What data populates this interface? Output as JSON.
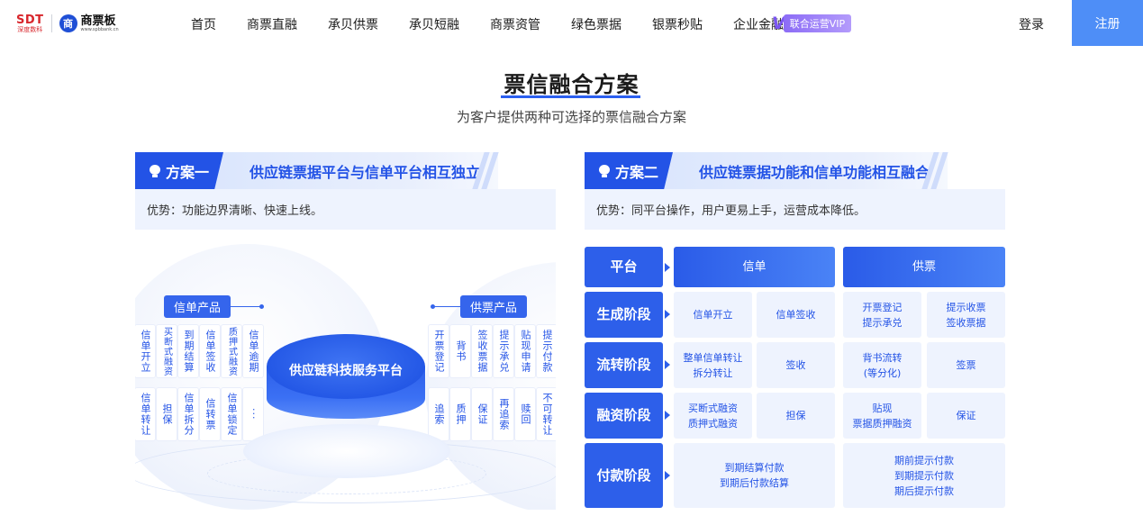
{
  "brand": {
    "sdt": "SDT",
    "sdt_sub": "深度数科",
    "logo_char": "商",
    "name": "商票板",
    "url": "www.spbbank.cn"
  },
  "nav": {
    "items": [
      "首页",
      "商票直融",
      "承贝供票",
      "承贝短融",
      "商票资管",
      "绿色票据",
      "银票秒贴",
      "企业金融"
    ],
    "vip_mark": "V",
    "vip_label": "联合运营VIP",
    "login": "登录",
    "register": "注册"
  },
  "page": {
    "title": "票信融合方案",
    "subtitle": "为客户提供两种可选择的票信融合方案"
  },
  "plan1": {
    "tag": "方案一",
    "title": "供应链票据平台与信单平台相互独立",
    "advantage": "优势：功能边界清晰、快速上线。",
    "illustration": {
      "left_label": "信单产品",
      "right_label": "供票产品",
      "center_label": "供应链科技服务平台",
      "left_row1": [
        "信单开立",
        "买断式融资",
        "到期结算",
        "信单签收",
        "质押式融资",
        "信单逾期"
      ],
      "left_row2": [
        "信单转让",
        "担保",
        "信单拆分",
        "信转票",
        "信单锁定",
        "···"
      ],
      "right_row1": [
        "开票登记",
        "背书",
        "签收票据",
        "提示承兑",
        "贴现申请",
        "提示付款"
      ],
      "right_row2": [
        "追索",
        "质押",
        "保证",
        "再追索",
        "赎回",
        "不可转让"
      ]
    }
  },
  "plan2": {
    "tag": "方案二",
    "title": "供应链票据功能和信单功能相互融合",
    "advantage": "优势：同平台操作，用户更易上手，运营成本降低。",
    "table": {
      "corner": "平台",
      "col_headers": [
        "信单",
        "供票"
      ],
      "rows": [
        {
          "stage": "生成阶段",
          "cells": [
            "信单开立",
            "信单签收",
            "开票登记\n提示承兑",
            "提示收票\n签收票据"
          ]
        },
        {
          "stage": "流转阶段",
          "cells": [
            "整单信单转让\n拆分转让",
            "签收",
            "背书流转\n(等分化)",
            "签票"
          ]
        },
        {
          "stage": "融资阶段",
          "cells": [
            "买断式融资\n质押式融资",
            "担保",
            "贴现\n票据质押融资",
            "保证"
          ]
        },
        {
          "stage": "付款阶段",
          "cells": [
            "到期结算付款\n到期后付款结算",
            "期前提示付款\n到期提示付款\n期后提示付款"
          ]
        }
      ]
    }
  },
  "colors": {
    "primary": "#2353e6",
    "register_bg": "#4e8ef7",
    "light_bg": "#eef3fe",
    "vip": "#8c6cf6",
    "brand_red": "#d8262c"
  }
}
